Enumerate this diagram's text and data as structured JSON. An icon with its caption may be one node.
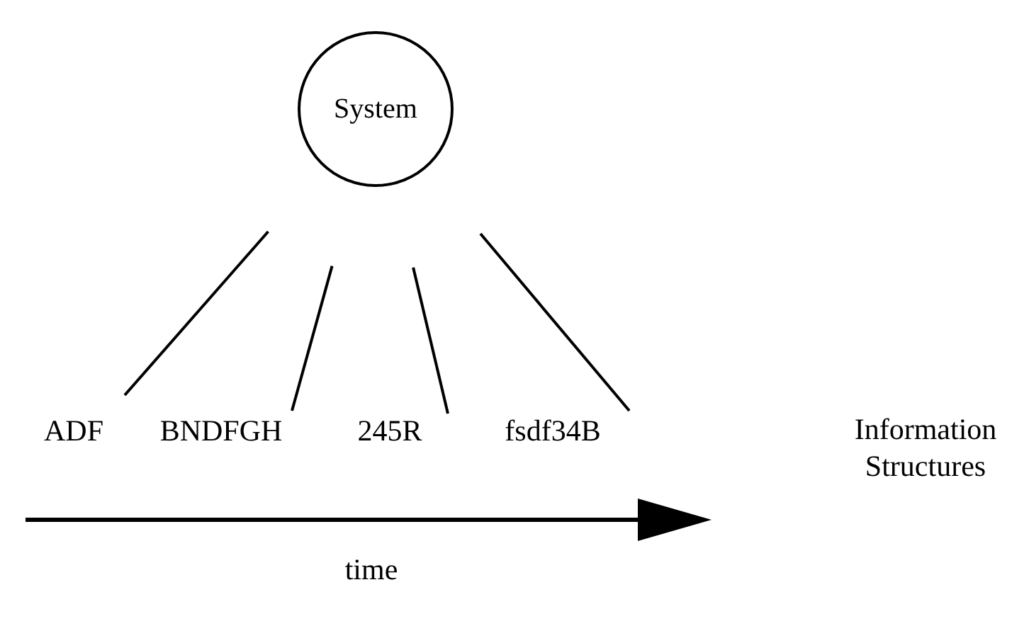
{
  "diagram": {
    "nodes": [
      {
        "text": [
          "System"
        ]
      },
      {
        "text": [
          "ADF"
        ]
      },
      {
        "text": [
          "BNDFGH"
        ]
      },
      {
        "text": [
          "245R"
        ]
      },
      {
        "text": [
          "fsdf34B"
        ]
      }
    ],
    "edges": [
      {
        "from": 0,
        "to": 1,
        "arrow": "none"
      },
      {
        "from": 0,
        "to": 2,
        "arrow": "none"
      },
      {
        "from": 0,
        "to": 3,
        "arrow": "none"
      },
      {
        "from": 0,
        "to": 4,
        "arrow": "none"
      }
    ],
    "labels": [
      "Information Structures",
      "time"
    ]
  }
}
